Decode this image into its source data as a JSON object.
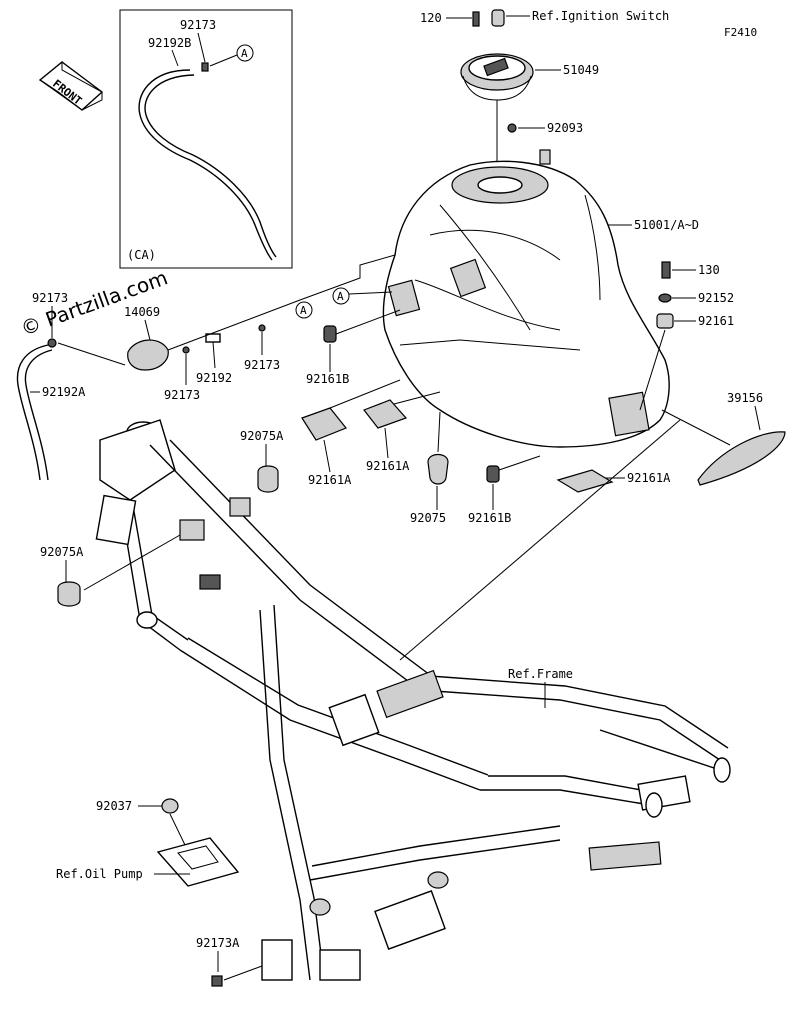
{
  "diagram_code": "F2410",
  "watermark": "© Partzilla.com",
  "front_arrow_label": "FRONT",
  "inset_label": "(CA)",
  "ref_marker": "A",
  "labels": {
    "p120": "120",
    "ref_ignition_switch": "Ref.Ignition Switch",
    "p51049": "51049",
    "p92093": "92093",
    "p51001": "51001/A~D",
    "p130": "130",
    "p92152": "92152",
    "p92161": "92161",
    "p39156": "39156",
    "p92161A_right": "92161A",
    "p92161B_right": "92161B",
    "p92075": "92075",
    "p92161A_mid": "92161A",
    "p92161A_left": "92161A",
    "p92161B_left": "92161B",
    "p92173_inset": "92173",
    "p92192B": "92192B",
    "p92173_tl": "92173",
    "p14069": "14069",
    "p92192": "92192",
    "p92173_a": "92173",
    "p92173_b": "92173",
    "p92192A": "92192A",
    "p92075A_top": "92075A",
    "p92075A_left": "92075A",
    "ref_frame": "Ref.Frame",
    "p92037": "92037",
    "ref_oil_pump": "Ref.Oil Pump",
    "p92173A": "92173A"
  }
}
